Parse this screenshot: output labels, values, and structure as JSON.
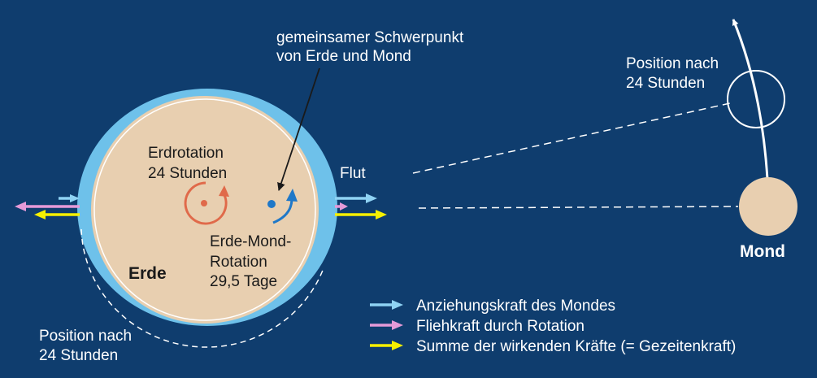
{
  "labels": {
    "schwerpunkt_1": "gemeinsamer Schwerpunkt",
    "schwerpunkt_2": "von Erde und Mond",
    "erdrotation_1": "Erdrotation",
    "erdrotation_2": "24 Stunden",
    "erde_mond_1": "Erde-Mond-",
    "erde_mond_2": "Rotation",
    "erde_mond_3": "29,5 Tage",
    "erde": "Erde",
    "flut": "Flut",
    "mond": "Mond",
    "mond_pos_1": "Position nach",
    "mond_pos_2": "24 Stunden",
    "erde_pos_1": "Position nach",
    "erde_pos_2": "24 Stunden"
  },
  "legend": [
    {
      "label": "Anziehungskraft des Mondes",
      "color": "#8fd3f4"
    },
    {
      "label": "Fliehkraft durch Rotation",
      "color": "#e59ad8"
    },
    {
      "label": "Summe der wirkenden Kräfte (= Gezeitenkraft)",
      "color": "#f5f000"
    }
  ],
  "colors": {
    "background": "#0f3d6e",
    "earth": "#e8cfb0",
    "tide_water": "#6ec1ea",
    "rotation_arrow": "#e06a4a",
    "barycenter_arrow": "#1f78c8"
  }
}
